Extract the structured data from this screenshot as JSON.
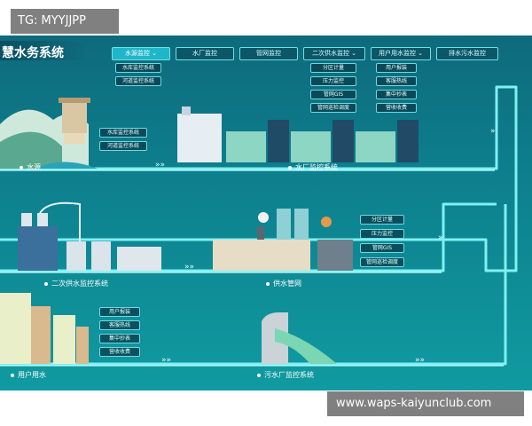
{
  "watermarks": {
    "top_left": "TG: MYYJJPP",
    "bottom_right": "www.waps-kaiyunclub.com"
  },
  "header": {
    "title": "慧水务系统"
  },
  "tabs": [
    {
      "label": "水源监控"
    },
    {
      "label": "水厂监控"
    },
    {
      "label": "管网监控"
    },
    {
      "label": "二次供水监控"
    },
    {
      "label": "用户用水监控"
    },
    {
      "label": "排水污水监控"
    }
  ],
  "tab_dropdowns": {
    "water_source": [
      "水库监控系统",
      "河道监控系统"
    ],
    "secondary_supply": [
      "分区计量",
      "压力监控",
      "管网GIS",
      "管网巡检调度"
    ],
    "user_water": [
      "用户报装",
      "客服热线",
      "集中抄表",
      "营收收费"
    ]
  },
  "stage_chips": {
    "water_source": [
      "水库监控系统",
      "河道监控系统"
    ],
    "pipe_network": [
      "分区计量",
      "压力监控",
      "管网GIS",
      "管网巡检调度"
    ],
    "user_water": [
      "用户报装",
      "客服热线",
      "集中抄表",
      "营收收费"
    ]
  },
  "stages": {
    "water_source": "水源",
    "water_plant": "水厂监控系统",
    "secondary_supply": "二次供水监控系统",
    "pipe_network": "供水管网",
    "user_water": "用户用水",
    "sewage_plant": "污水厂监控系统"
  },
  "colors": {
    "panel": "#0e7a89",
    "pipe": "#7ff0f2",
    "accent": "#1fb6c9"
  }
}
